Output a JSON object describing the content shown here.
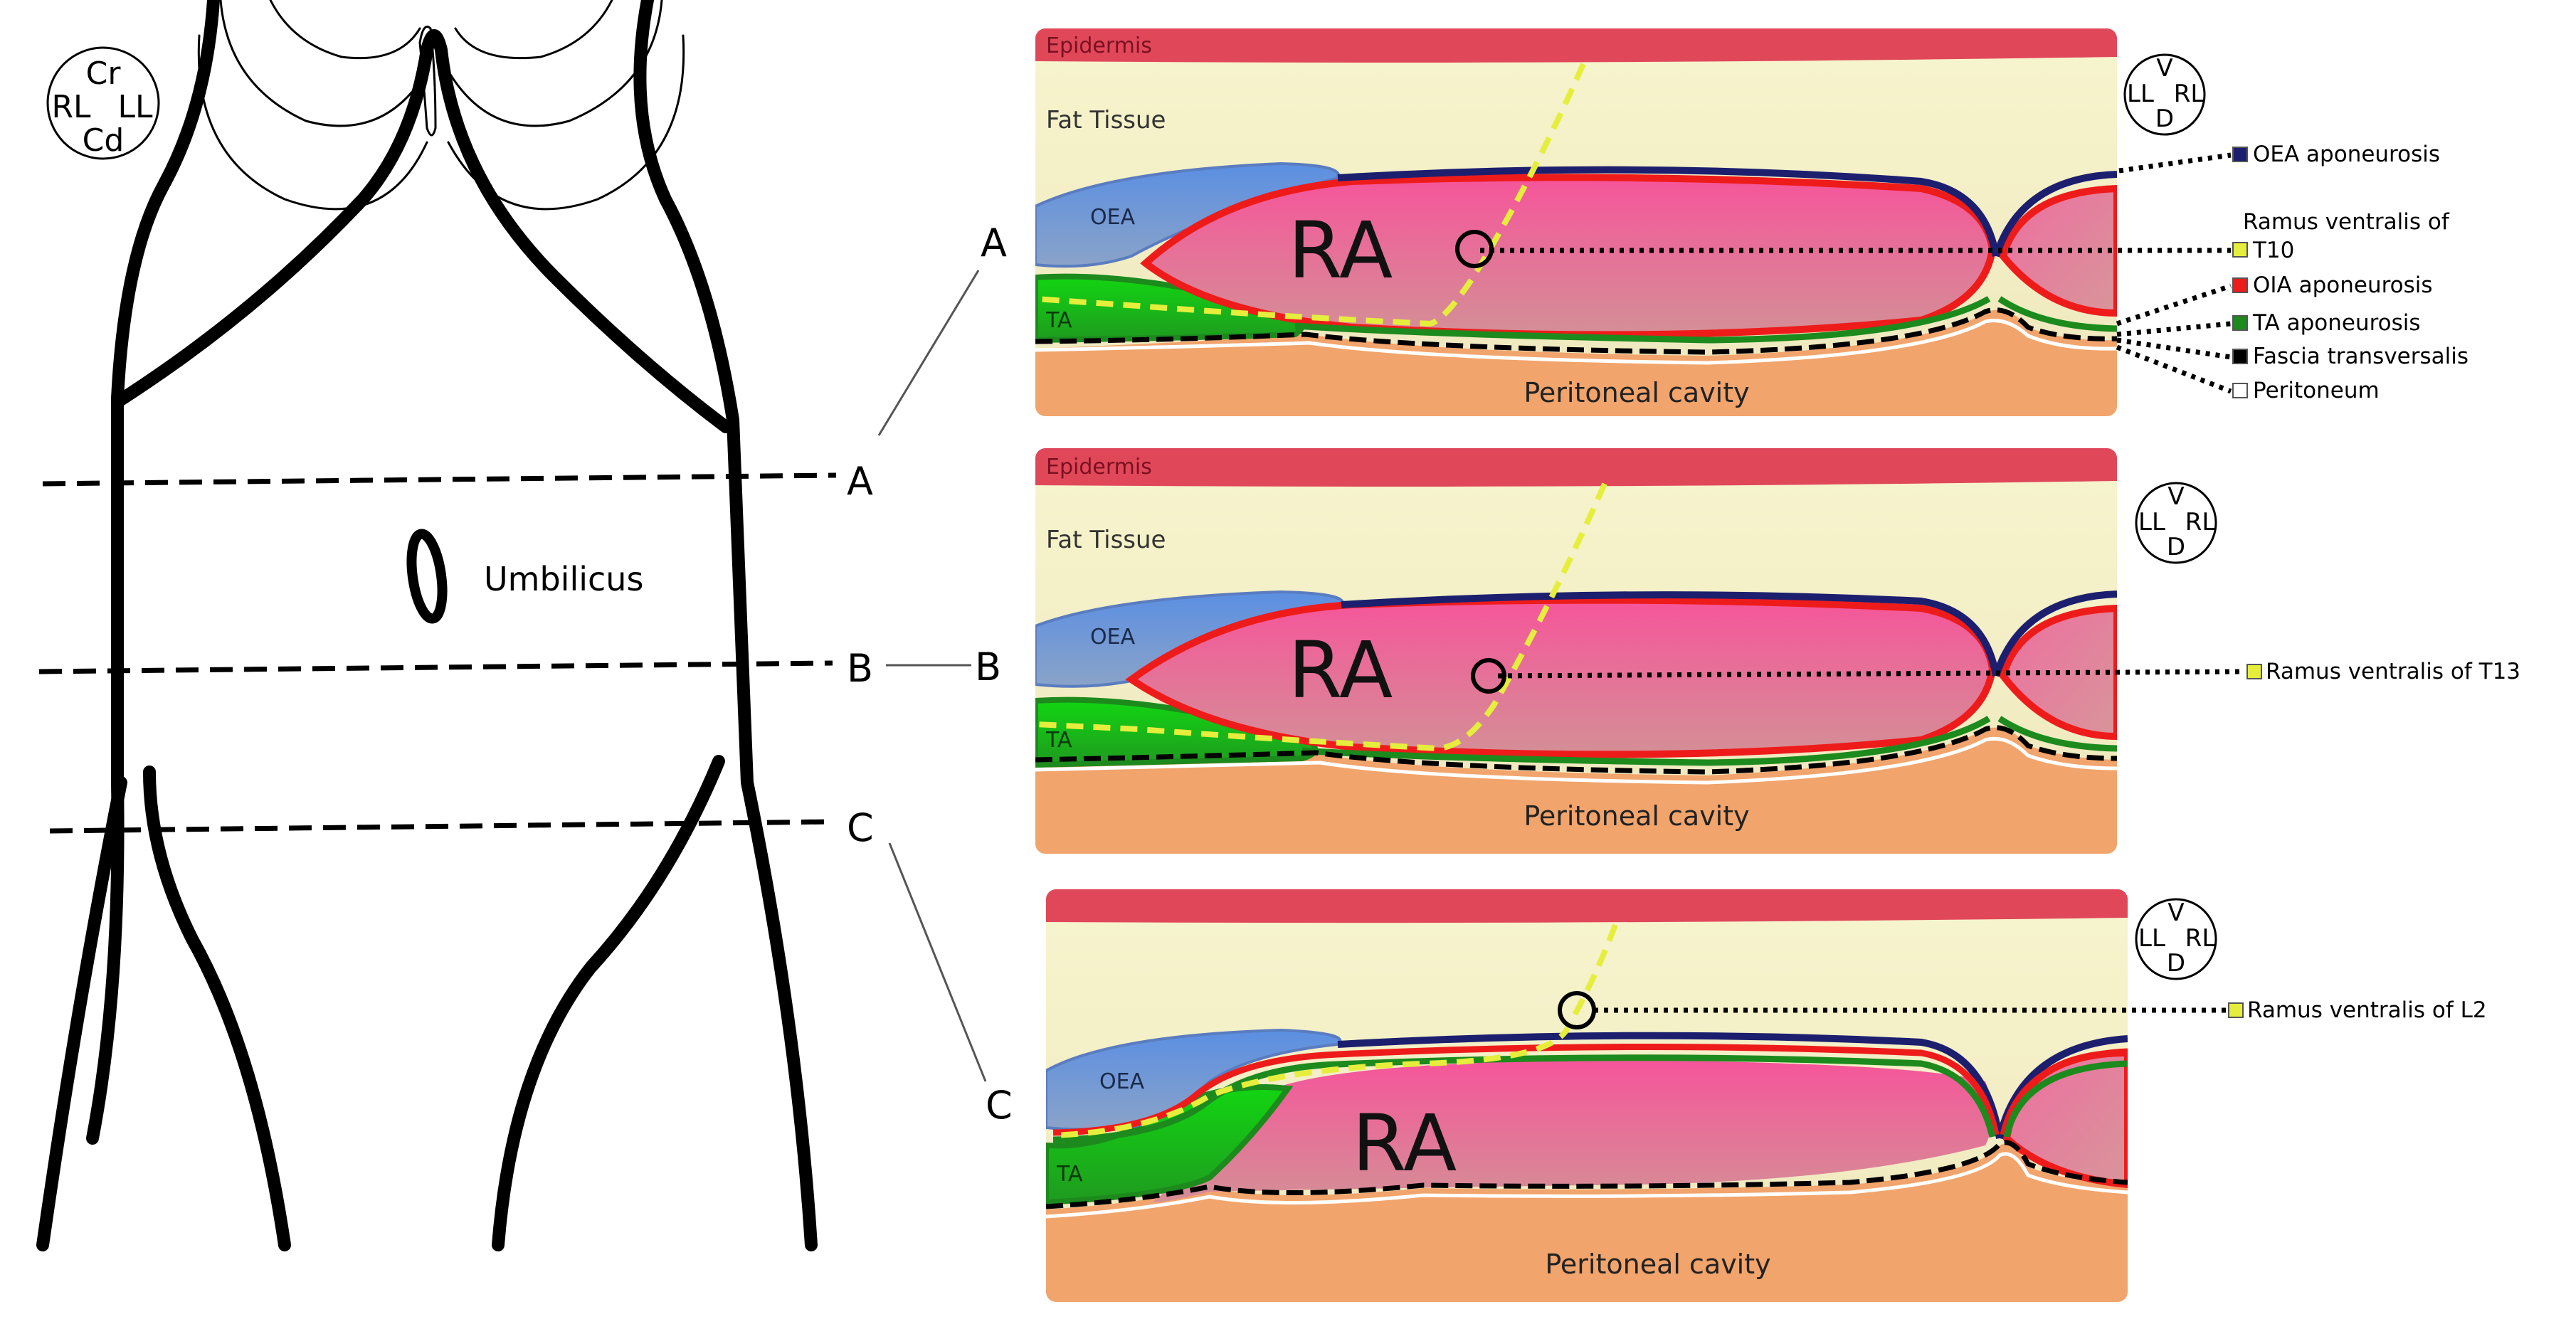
{
  "orientation_body": {
    "cr": "Cr",
    "rl": "RL",
    "ll": "LL",
    "cd": "Cd"
  },
  "orientation_section": {
    "v": "V",
    "ll": "LL",
    "rl": "RL",
    "d": "D"
  },
  "umbilicus_label": "Umbilicus",
  "cut_lines": [
    "A",
    "B",
    "C"
  ],
  "panels": [
    {
      "id": "A",
      "epidermis": "Epidermis",
      "fat": "Fat Tissue",
      "oea": "OEA",
      "ta": "TA",
      "ra": "RA",
      "cavity": "Peritoneal cavity"
    },
    {
      "id": "B",
      "epidermis": "Epidermis",
      "fat": "Fat Tissue",
      "oea": "OEA",
      "ta": "TA",
      "ra": "RA",
      "cavity": "Peritoneal cavity"
    },
    {
      "id": "C",
      "oea": "OEA",
      "ta": "TA",
      "ra": "RA",
      "cavity": "Peritoneal cavity"
    }
  ],
  "legend": {
    "oea_apo": {
      "label": "OEA aponeurosis",
      "color": "#1c1f6e"
    },
    "nerve_t10_line1": {
      "label": "Ramus  ventralis of",
      "color": "#e5ee3c"
    },
    "nerve_t10_line2": {
      "label": "T10"
    },
    "oia_apo": {
      "label": "OIA aponeurosis",
      "color": "#ee1b1b"
    },
    "ta_apo": {
      "label": "TA aponeurosis",
      "color": "#1d8a1d"
    },
    "fascia": {
      "label": "Fascia transversalis",
      "color": "#000000"
    },
    "peritoneum": {
      "label": "Peritoneum",
      "color": "#ffffff"
    }
  },
  "nerve_t13": {
    "label": "Ramus ventralis of T13"
  },
  "nerve_l2": {
    "label": "Ramus ventralis of L2"
  },
  "colors": {
    "epidermis": "#e0485a",
    "fat": "#f6f3c8",
    "cavity": "#f1a46c",
    "ra": "#f26aa3",
    "oea": "#6c9bdc",
    "ta": "#1fc21f",
    "nerve": "#e5ee3c"
  }
}
